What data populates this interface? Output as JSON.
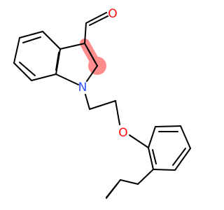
{
  "molecule": {
    "atoms": [
      {
        "id": "O1",
        "label": "O",
        "color": "#ff0d0d"
      },
      {
        "id": "N1",
        "label": "N",
        "color": "#3050f8"
      },
      {
        "id": "O2",
        "label": "O",
        "color": "#ff0d0d"
      }
    ],
    "colors": {
      "bond": "#000000",
      "highlight": "#ff8c8c",
      "oxygen": "#ff0d0d",
      "nitrogen": "#3050f8"
    }
  }
}
